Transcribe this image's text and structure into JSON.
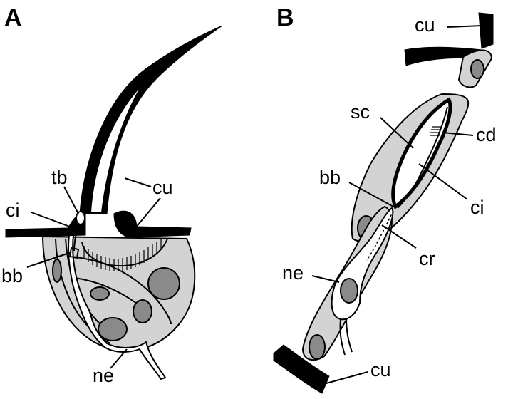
{
  "panels": {
    "a": {
      "letter": "A",
      "labels": {
        "tb": "tb",
        "ci": "ci",
        "bb": "bb",
        "cu": "cu",
        "ne": "ne"
      }
    },
    "b": {
      "letter": "B",
      "labels": {
        "cu_top": "cu",
        "sc": "sc",
        "cd": "cd",
        "bb": "bb",
        "ci": "ci",
        "cr": "cr",
        "ne": "ne",
        "cu_bottom": "cu"
      }
    }
  },
  "colors": {
    "ink": "#000000",
    "cell": "#d3d3d3",
    "nucleus": "#8a8a8a",
    "background": "#ffffff"
  }
}
